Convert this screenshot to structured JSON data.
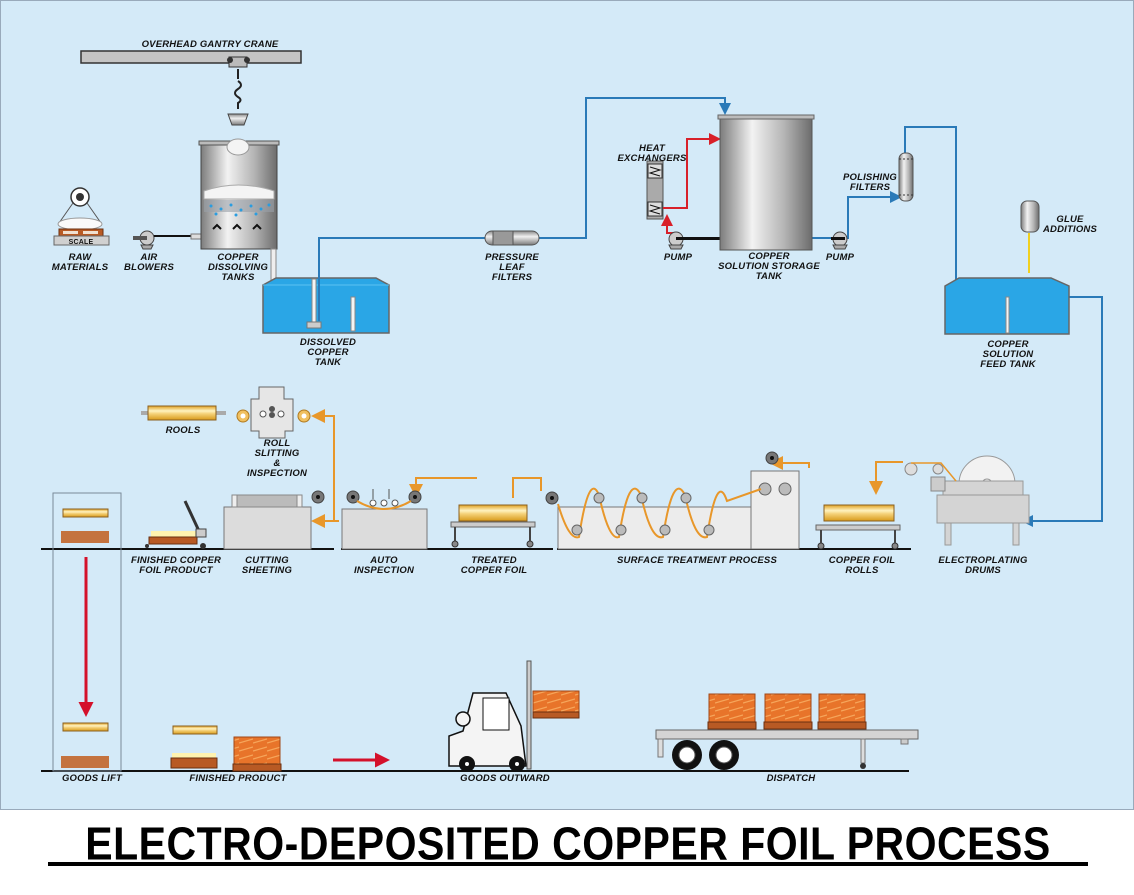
{
  "title": "ELECTRO-DEPOSITED COPPER FOIL PROCESS",
  "colors": {
    "background": "#d4eaf8",
    "pipe_solution": "#2a7ab8",
    "pipe_hot": "#d8202a",
    "foil_path": "#e8972a",
    "tank_liquid": "#2aa6e6",
    "floor_line": "#111111",
    "flow_arrow": "#d4112b",
    "glue_line": "#f0d020"
  },
  "labels": {
    "gantry_crane": "OVERHEAD GANTRY CRANE",
    "scale": "SCALE",
    "raw_materials": "RAW\nMATERIALS",
    "air_blowers": "AIR\nBLOWERS",
    "dissolving_tanks": "COPPER\nDISSOLVING\nTANKS",
    "dissolved_tank": "DISSOLVED\nCOPPER\nTANK",
    "leaf_filters": "PRESSURE\nLEAF\nFILTERS",
    "heat_exchangers": "HEAT\nEXCHANGERS",
    "pump_1": "PUMP",
    "storage_tank": "COPPER\nSOLUTION STORAGE\nTANK",
    "pump_2": "PUMP",
    "polishing_filters": "POLISHING\nFILTERS",
    "glue_additions": "GLUE\nADDITIONS",
    "feed_tank": "COPPER\nSOLUTION\nFEED TANK",
    "rools": "ROOLS",
    "roll_slitting": "ROLL\nSLITTING\n&\nINSPECTION",
    "finished_copper_foil_product": "FINISHED COPPER\nFOIL PRODUCT",
    "cutting_sheeting": "CUTTING\nSHEETING",
    "auto_inspection": "AUTO\nINSPECTION",
    "treated_copper_foil": "TREATED\nCOPPER FOIL",
    "surface_treatment": "SURFACE TREATMENT PROCESS",
    "copper_foil_rolls": "COPPER FOIL\nROLLS",
    "electroplating_drums": "ELECTROPLATING\nDRUMS",
    "goods_lift": "GOODS LIFT",
    "finished_product": "FINISHED PRODUCT",
    "goods_outward": "GOODS OUTWARD",
    "dispatch": "DISPATCH"
  }
}
